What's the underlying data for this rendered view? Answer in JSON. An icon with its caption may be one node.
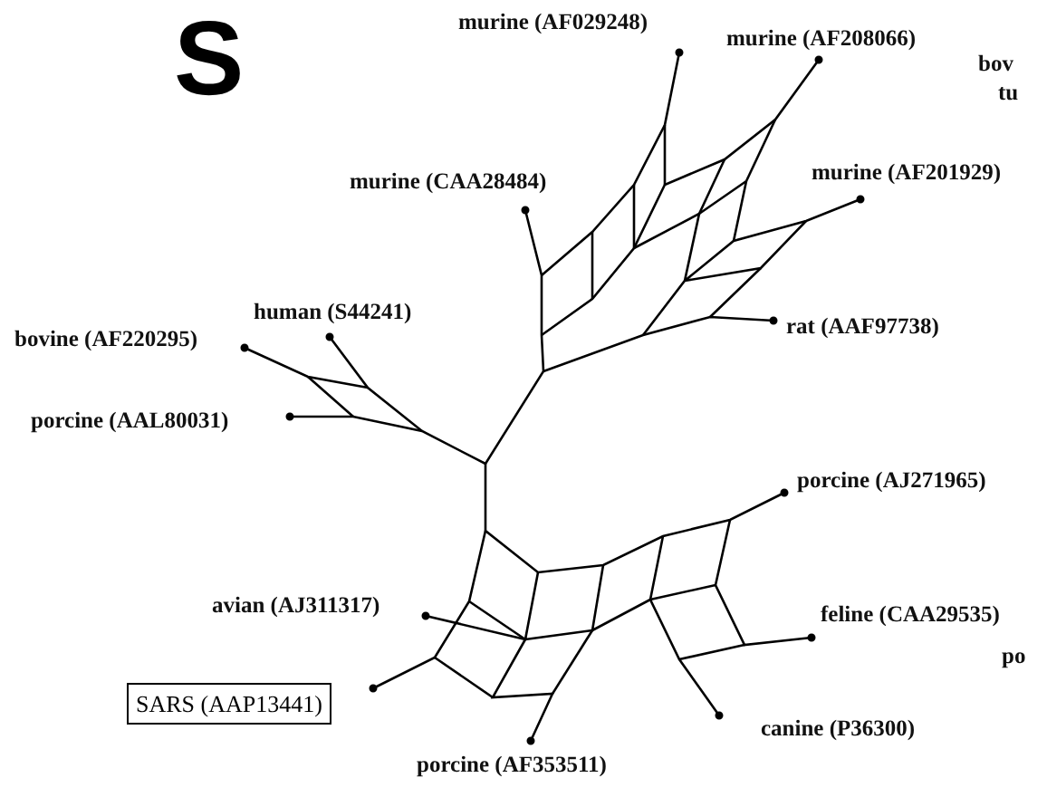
{
  "diagram": {
    "title": "S",
    "nodes": [
      {
        "text": [
          "SARS (AAP13441)"
        ]
      }
    ],
    "labels": [
      "murine (AF029248)",
      "murine (AF208066)",
      "bov",
      "tu",
      "murine (CAA28484)",
      "murine (AF201929)",
      "human (S44241)",
      "bovine (AF220295)",
      "rat (AAF97738)",
      "porcine (AAL80031)",
      "porcine (AJ271965)",
      "avian (AJ311317)",
      "feline (CAA29535)",
      "po",
      "canine (P36300)",
      "porcine (AF353511)"
    ]
  }
}
